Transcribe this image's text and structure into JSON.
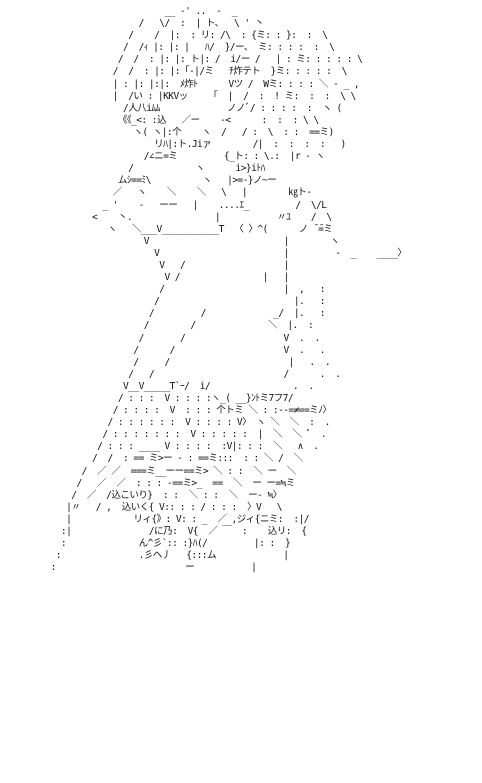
{
  "art": {
    "lines": [
      "                               __ -' ..  -  _",
      "                          /   \\/  :  | ト、  \\ ' 丶",
      "                        /    /  |:  : リ: /\\  : {ミ: : }:  :  \\",
      "                       /  /ｨ |: |: |   ﾊ/  }/ー、 ミ: : : :  :  \\",
      "                      /  /  : |: |: ト|: /  i/ー /   | : ミ: : : : : \\",
      "                     /  /  : |: |:「-|/ミ   ﾁ炸テト  }ミ: : : : :  \\",
      "                     | : |: |:|:  ﾒ炸ﾄ      Vツ /  Wミ: : : : ＼ ‐ _ ,",
      "                     |  /い : |KKVッ    「  |  /  :  ! ミ:  :  :  \\ \\",
      "                       /人八iﾑﾑ             ノノﾞ/ : : : :  :  ヽ (",
      "                      《《_<: :込   ／ー    -<      :  :  : \\ \\",
      "                         ヽ( ヽ|:个    ヽ  /   / :  \\  : :  ==ミ)",
      "                             リﾊ|:ト.Jiァ        /|  :  :  :  :   )",
      "                           /∠ニ=ミ         {_ト: : \\.:  |r ‐ ヽ",
      "                        /            ヽ      i>}iﾄﾊ",
      "                      ムｼ==ﾐ\\          ヽ   |>=-}ノ~ー",
      "                     ／   ヽ    ＼    ＼   \\   |        ㎏ト-",
      "                   _ '    -   ーー   |    ....ｴ_         /  \\/L",
      "                 <    丶.                |           〃ﾕ    /  \\",
      "                    ヽ   ＼___V___________T  〈 〉^(      ノ ̄ ̄=ミ",
      "                           V                          |        ヽ       ",
      "                             V                        |         -  _    ____〉",
      "                              V   /                   |                     ",
      "                               V /                |   |",
      "                              /                       |  ,   :",
      "                             /                          |.   :",
      "                            /         /             _/  |.   :",
      "                           /        /              ＼  |.  :",
      "                          /       /                   V  .  .",
      "                         /      /                     V  .   .",
      "                         /     /                       |   .  .",
      "                        /   /                         /      .  .",
      "                       V__V_____T`ｰ/  i/                .  .",
      "                      / : : :  V : : : :ヽ_( __}ﾝﾄミ7フ7/",
      "                     / : : : :  V  : : : 个トミ ＼ : :‐‐=≠==ミﾉ〉",
      "                    / : : : : : :  V : : : : V〉 ヽ ＼  ＼  :  .",
      "                   / : : : : : : :  V : : : : :  |  ＼  ＼ ゜ .",
      "                  / : : : ____ V : : : :  :V|: : :  ＼   ∧  .",
      "                 /  /  : == ミ>ー - : ==ミ:::  : : ＼ /  ＼",
      "               /  ／ ／  ===ミ__ーー==ミ> ＼ : :  ＼ ー  ＼",
      "              /   ／  ／  : : : -==ミ>_  ==  ＼  ー ー=≒ミ",
      "             /  ／  /込こいり}  : :  ＼ : :  ＼  ー‐ ≒〉",
      "            |〃   / ,  込いく{ V:: : : / : : :  〉V   \\    ",
      "            |            リィ{》: V: : _  ／ ,ジィ{ニミ:  :|/",
      "           :|               /に乃:  V{  ／ ￣  :    込リ:  {",
      "           :              ん^彡`:: :}ﾊ(/         |: :  }",
      "          :               .彡ヘ丿   {:::ム             |",
      "         :                         ー           |"
    ]
  }
}
